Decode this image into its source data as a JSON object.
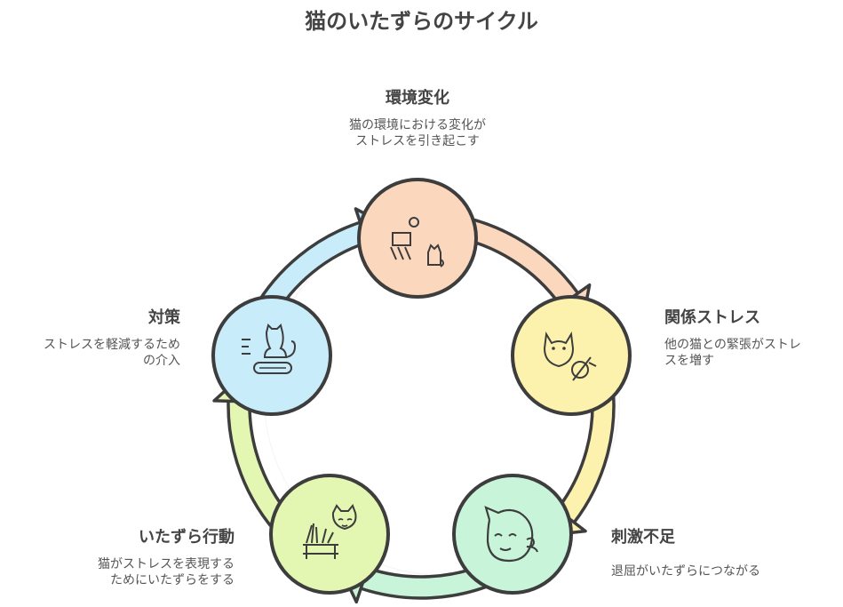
{
  "title": "猫のいたずらのサイクル",
  "stages": [
    {
      "name": "環境変化",
      "desc_lines": [
        "猫の環境における変化が",
        "ストレスを引き起こす"
      ],
      "icon": "person-laptop-cat-icon",
      "fill": "#fbd8bd"
    },
    {
      "name": "関係ストレス",
      "desc_lines": [
        "他の猫との緊張がストレ",
        "スを増す"
      ],
      "icon": "cat-face-ribbon-icon",
      "fill": "#fcf1ad"
    },
    {
      "name": "刺激不足",
      "desc_lines": [
        "退屈がいたずらにつながる"
      ],
      "icon": "bored-face-icon",
      "fill": "#c8f5da"
    },
    {
      "name": "いたずら行動",
      "desc_lines": [
        "猫がストレスを表現する",
        "ためにいたずらをする"
      ],
      "icon": "cat-plant-icon",
      "fill": "#e3f6b2"
    },
    {
      "name": "対策",
      "desc_lines": [
        "ストレスを軽減するため",
        "の介入"
      ],
      "icon": "cat-scratcher-icon",
      "fill": "#c9ecfb"
    }
  ],
  "colors": {
    "outline": "#3d3d3d",
    "arrow_1_2": "#fbd8bd",
    "arrow_2_3": "#fcf1ad",
    "arrow_3_4": "#c8f5da",
    "arrow_4_5": "#e3f6b2",
    "arrow_5_1": "#c9ecfb"
  }
}
